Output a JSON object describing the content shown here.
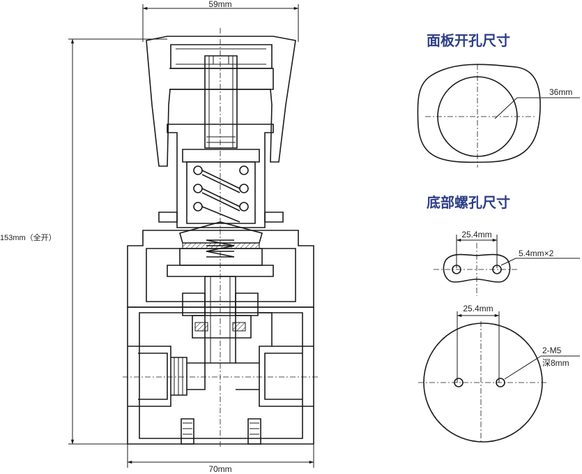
{
  "dimensions": {
    "top_width": "59mm",
    "total_height": "153mm（全开）",
    "bottom_width": "70mm"
  },
  "panel_hole": {
    "title": "面板开孔尺寸",
    "diameter": "36mm"
  },
  "bottom_hole": {
    "title": "底部螺孔尺寸",
    "spacing_upper": "25.4mm",
    "hole_size": "5.4mm×2",
    "spacing_lower": "25.4mm",
    "thread_spec": "2-M5",
    "thread_depth": "深8mm"
  }
}
